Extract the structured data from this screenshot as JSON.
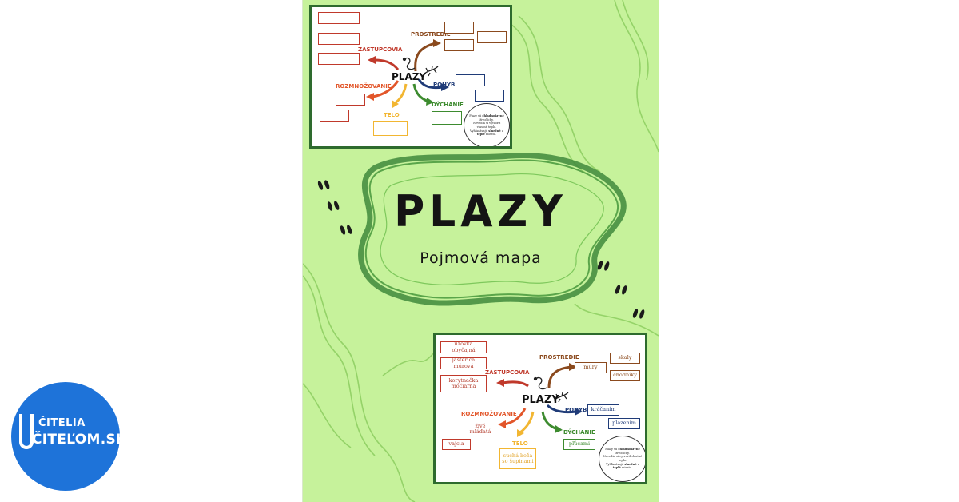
{
  "poster": {
    "title": "PLAZY",
    "subtitle": "Pojmová mapa"
  },
  "concept_map": {
    "center": "PLAZY",
    "branches": {
      "prostredie": "PROSTREDIE",
      "zastupcovia": "ZÁSTUPCOVIA",
      "rozmnozovanie": "ROZMNOŽOVANIE",
      "telo": "TELO",
      "dychanie": "DÝCHANIE",
      "pohyb": "POHYB"
    },
    "filled": {
      "zastupcovia": [
        "užovka obyčajná",
        "jašterica múrová",
        "korytnačka močiarna"
      ],
      "prostredie": [
        "múry",
        "skaly",
        "chodníky"
      ],
      "pohyb": [
        "kráčaním",
        "plazením"
      ],
      "rozmnozovanie": [
        "živé mláďatá",
        "vajcia"
      ],
      "telo": "suchá koža so šupinami",
      "dychanie": "pľúcami"
    },
    "note": {
      "line1": "Plazy sú",
      "line1_bold": "chladnokrvné",
      "line1_end": "živočíchy.",
      "line2": "Nevedia si vytvoriť vlastné teplo.",
      "line3_start": "Vyhľadávajú",
      "line3_bold1": "slnečné",
      "line3_mid": "a",
      "line3_bold2": "teplé",
      "line3_end": "miesta."
    }
  },
  "colors": {
    "background": "#c6f29b",
    "panel_border": "#2e6b2e",
    "prostredie": "#8b4a1e",
    "zastupcovia": "#c0392b",
    "rozmnozovanie": "#e2562a",
    "telo": "#f2b632",
    "dychanie": "#3d8b2f",
    "pohyb": "#1f3b78",
    "badge": "#1e73d9"
  },
  "badge": {
    "line1": "ČITELIA",
    "line2": "ČITEĽOM.SK"
  }
}
